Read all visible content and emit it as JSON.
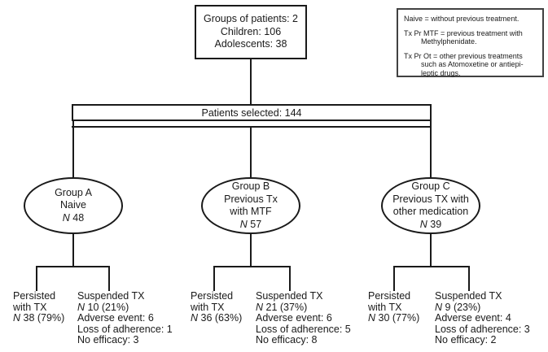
{
  "colors": {
    "line": "#1a1a1a",
    "background": "#ffffff",
    "legend_border": "#414141"
  },
  "top_box": {
    "lines": [
      "Groups of patients: 2",
      "Children: 106",
      "Adolescents: 38"
    ]
  },
  "legend": {
    "entries": [
      {
        "first": "Naive = without previous treatment.",
        "cont": []
      },
      {
        "first": "Tx Pr MTF = previous treatment with",
        "cont": [
          "Methylphenidate."
        ]
      },
      {
        "first": "Tx Pr Ot = other previous treatments",
        "cont": [
          "such as Atomoxetine or antiepi-",
          "leptic drugs."
        ]
      }
    ]
  },
  "selected_box": {
    "label": "Patients selected: 144"
  },
  "groups": [
    {
      "name": "Group A",
      "desc1": "Naive",
      "desc2": "",
      "n_label": "N",
      "n_value": "48",
      "persisted": {
        "l1": "Persisted",
        "l2": "with TX",
        "n_label": "N",
        "n_value": "38 (79%)"
      },
      "suspended": {
        "title": "Suspended TX",
        "n_label": "N",
        "n_value": "10 (21%)",
        "details": [
          "Adverse event: 6",
          "Loss of adherence: 1",
          "No efficacy: 3"
        ]
      }
    },
    {
      "name": "Group B",
      "desc1": "Previous Tx",
      "desc2": "with MTF",
      "n_label": "N",
      "n_value": "57",
      "persisted": {
        "l1": "Persisted",
        "l2": "with TX",
        "n_label": "N",
        "n_value": "36 (63%)"
      },
      "suspended": {
        "title": "Suspended TX",
        "n_label": "N",
        "n_value": "21 (37%)",
        "details": [
          "Adverse event: 6",
          "Loss of adherence: 5",
          "No efficacy: 8"
        ]
      }
    },
    {
      "name": "Group C",
      "desc1": "Previous TX with",
      "desc2": "other medication",
      "n_label": "N",
      "n_value": "39",
      "persisted": {
        "l1": "Persisted",
        "l2": "with TX",
        "n_label": "N",
        "n_value": "30 (77%)"
      },
      "suspended": {
        "title": "Suspended TX",
        "n_label": "N",
        "n_value": "9 (23%)",
        "details": [
          "Adverse event: 4",
          "Loss of adherence: 3",
          "No efficacy: 2"
        ]
      }
    }
  ]
}
